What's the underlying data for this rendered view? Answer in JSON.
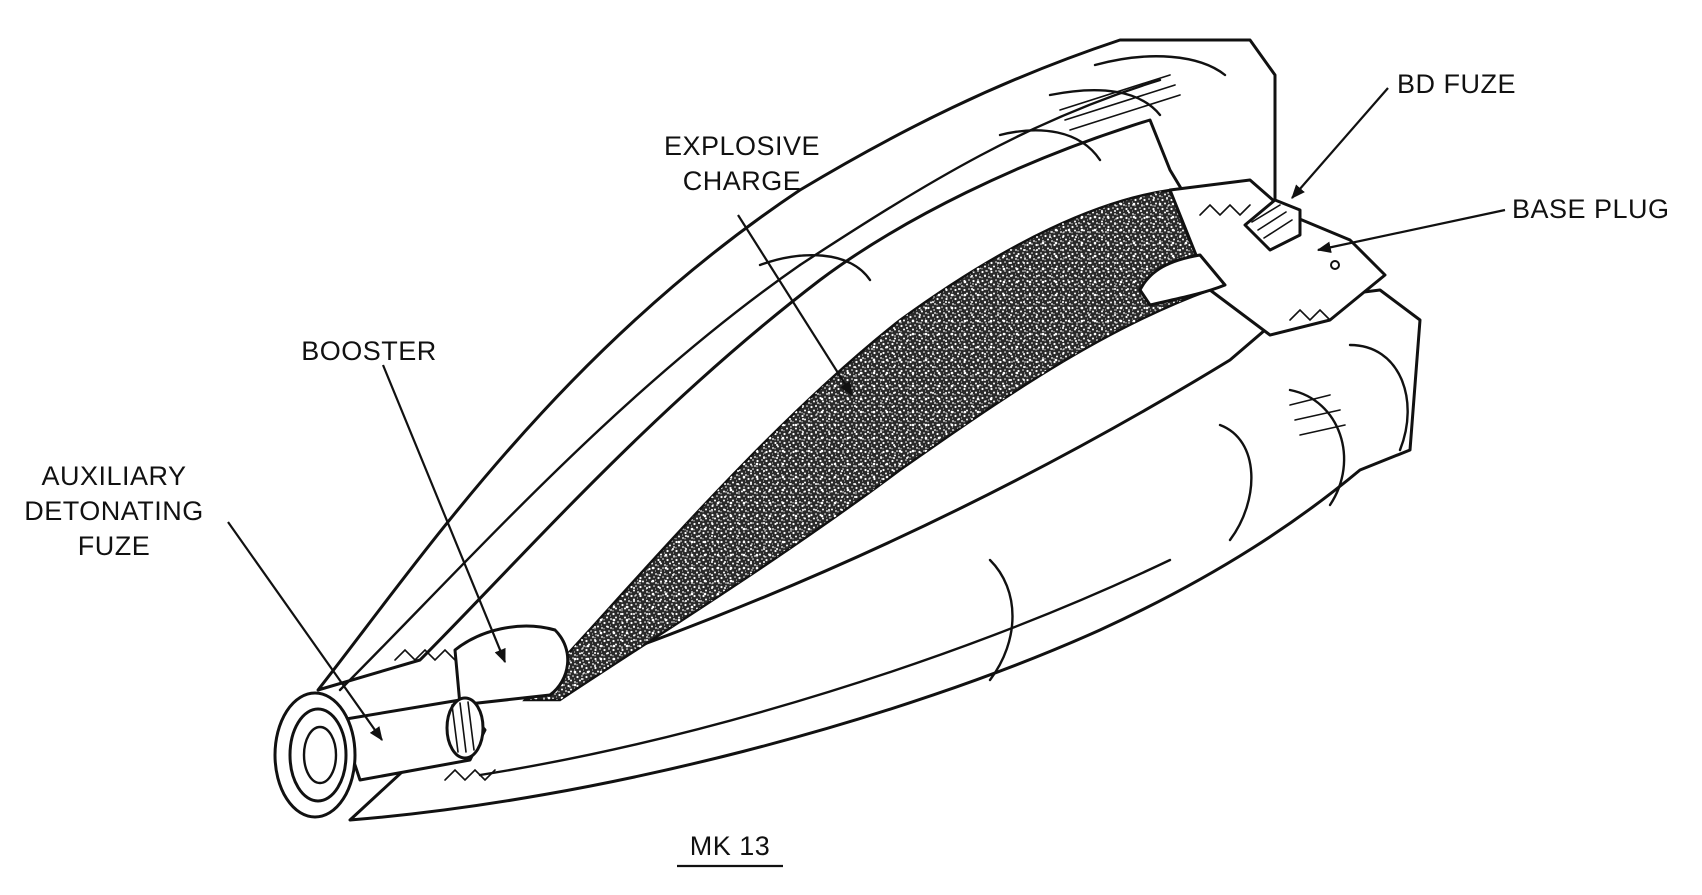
{
  "labels": {
    "bd_fuze": "BD FUZE",
    "explosive_charge_line1": "EXPLOSIVE",
    "explosive_charge_line2": "CHARGE",
    "base_plug": "BASE PLUG",
    "booster": "BOOSTER",
    "auxiliary_line1": "AUXILIARY",
    "auxiliary_line2": "DETONATING",
    "auxiliary_line3": "FUZE",
    "caption": "MK 13"
  },
  "colors": {
    "ink": "#111111",
    "paper": "#ffffff",
    "charge_fill": "#1a1a1a"
  }
}
